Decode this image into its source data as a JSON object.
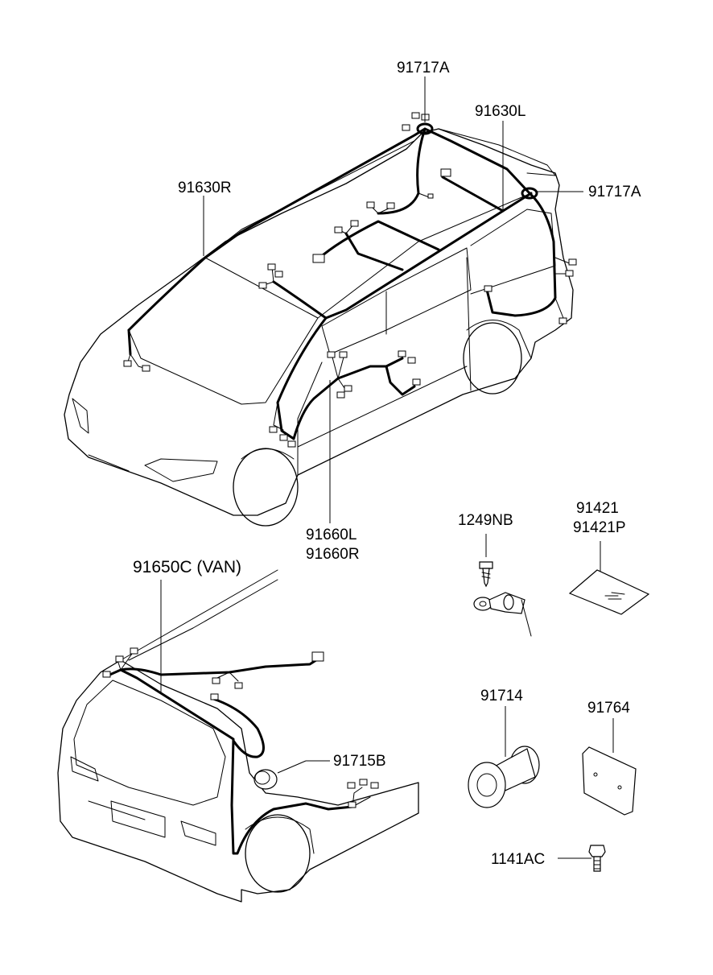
{
  "callouts": {
    "p_91717a_top": "91717A",
    "p_91630l": "91630L",
    "p_91630r": "91630R",
    "p_91717a_right": "91717A",
    "p_91660l": "91660L",
    "p_91660r": "91660R",
    "p_1249nb": "1249NB",
    "p_91421": "91421",
    "p_91421p": "91421P",
    "p_91650c": "91650C (VAN)",
    "p_91715b": "91715B",
    "p_91714": "91714",
    "p_91764": "91764",
    "p_1141ac": "1141AC"
  }
}
